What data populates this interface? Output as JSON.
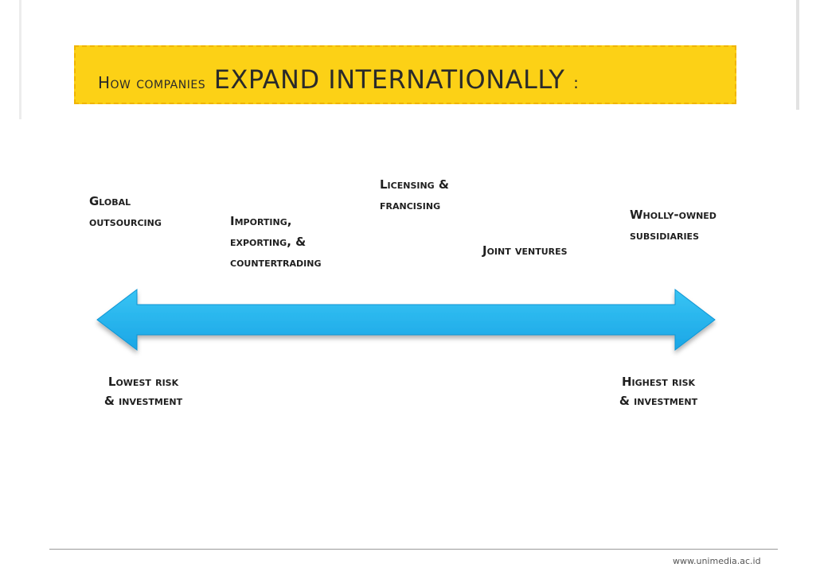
{
  "title": {
    "prefix": "How companies",
    "main": "EXPAND INTERNATIONALLY",
    "suffix": ":"
  },
  "spectrum": [
    {
      "lines": [
        "Global",
        "outsourcing"
      ]
    },
    {
      "lines": [
        "Importing,",
        "exporting, &",
        "countertrading"
      ]
    },
    {
      "lines": [
        "Licensing &",
        "francising"
      ]
    },
    {
      "lines": [
        "Joint ventures"
      ]
    },
    {
      "lines": [
        "Wholly-owned",
        "subsidiaries"
      ]
    }
  ],
  "ends": {
    "left": {
      "lines": [
        "Lowest risk",
        "& investment"
      ]
    },
    "right": {
      "lines": [
        "Highest risk",
        "& investment"
      ]
    }
  },
  "colors": {
    "title_bg": "#fcd116",
    "title_border": "#f0b400",
    "arrow": "#1fb5ee"
  },
  "footer": {
    "url": "www.unimedia.ac.id"
  }
}
